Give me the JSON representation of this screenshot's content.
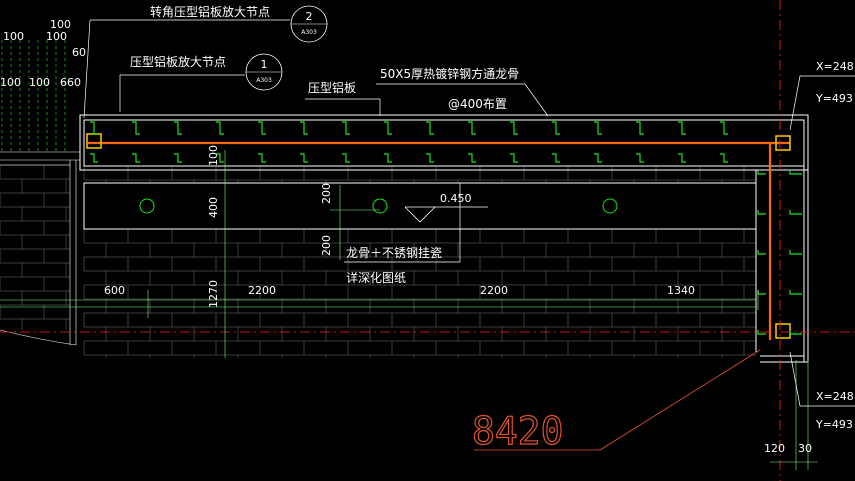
{
  "colors": {
    "background": "#000000",
    "line_white": "#ffffff",
    "steel_orange": "#ff6a00",
    "green": "#19e619",
    "axis_red": "#ff2020",
    "dim_green": "#7dff7d",
    "leader": "#e0532b"
  },
  "labels": {
    "corner_node": "转角压型铝板放大节点",
    "panel_node": "压型铝板放大节点",
    "panel": "压型铝板",
    "purlin": "50X5厚热镀锌钢方通龙骨",
    "spacing": "@400布置",
    "keel": "龙骨＋不锈钢挂瓷",
    "detail_ref": "详深化图纸",
    "elevation": "0.450",
    "total_dim": "8420",
    "coord_x1": "X=248",
    "coord_y1": "Y=493",
    "coord_x2": "X=248",
    "coord_y2": "Y=493"
  },
  "callouts": [
    {
      "num": "2",
      "sheet": "A303"
    },
    {
      "num": "1",
      "sheet": "A303"
    }
  ],
  "dims": {
    "top_left_row1": [
      "100",
      "100",
      "100"
    ],
    "top_left_row2": [
      "100",
      "100",
      "660"
    ],
    "top_left_60": "60",
    "v_100": "100",
    "v_400": "400",
    "v_200a": "200",
    "v_200b": "200",
    "v_1270": "1270",
    "h_600": "600",
    "h_2200a": "2200",
    "h_2200b": "2200",
    "h_1340": "1340",
    "bottom_120": "120",
    "bottom_30": "30"
  }
}
